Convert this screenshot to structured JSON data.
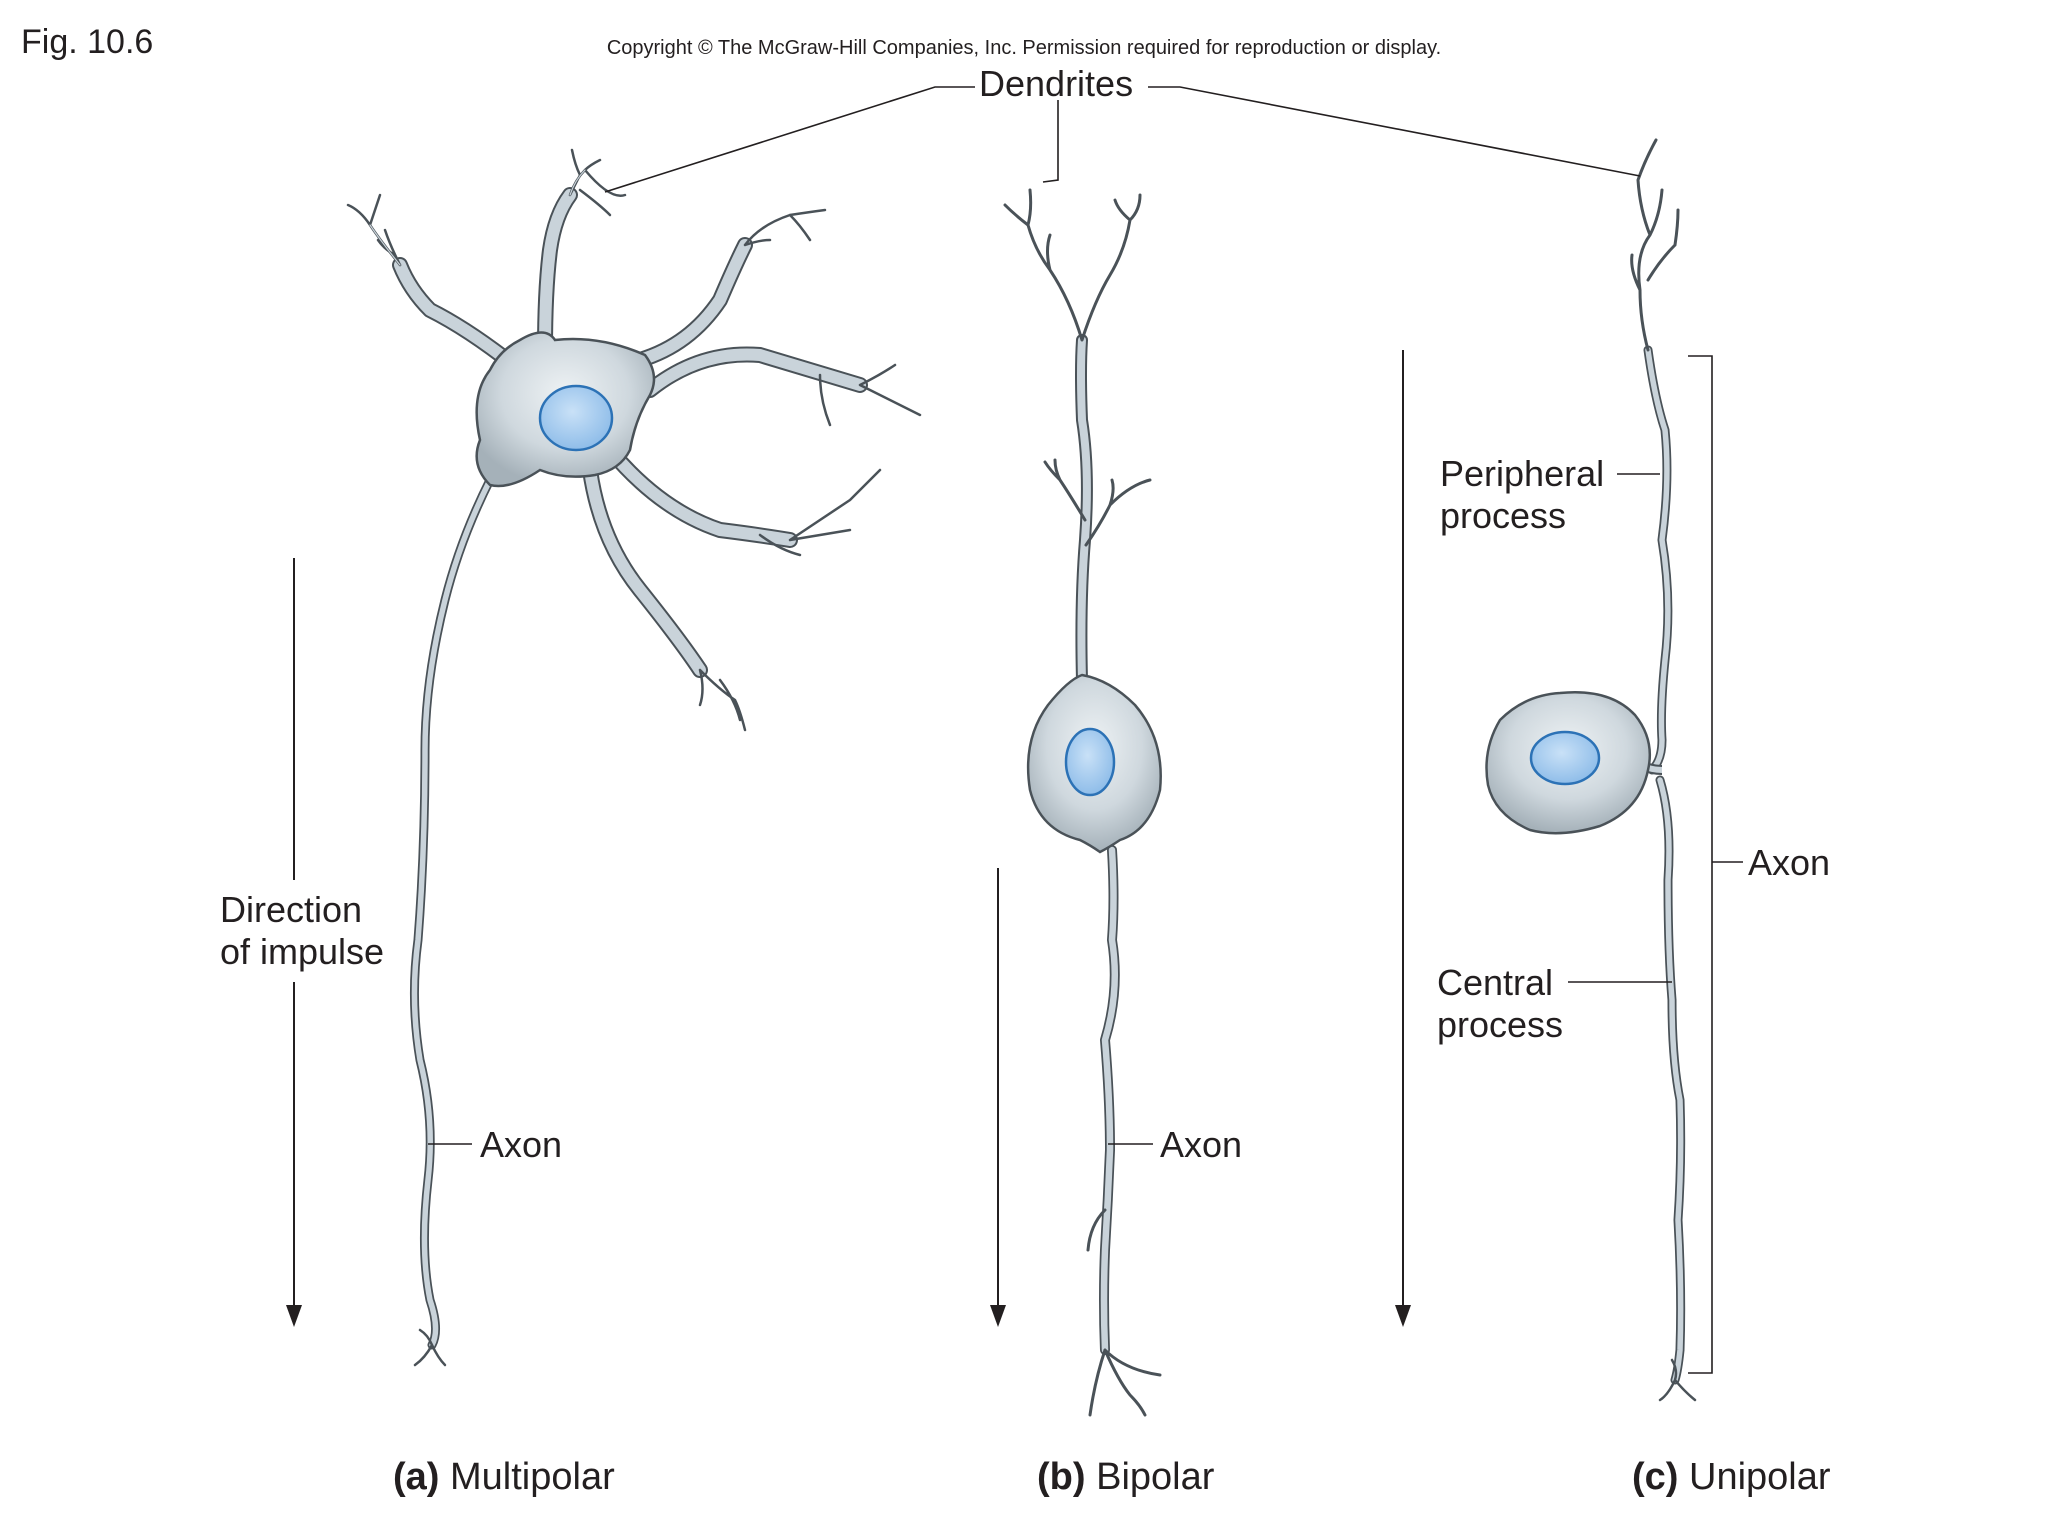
{
  "figure_label": "Fig. 10.6",
  "copyright": "Copyright © The McGraw-Hill Companies, Inc. Permission required for reproduction or display.",
  "labels": {
    "dendrites": "Dendrites",
    "direction_line1": "Direction",
    "direction_line2": "of impulse",
    "axon_a": "Axon",
    "axon_b": "Axon",
    "axon_c": "Axon",
    "peripheral_line1": "Peripheral",
    "peripheral_line2": "process",
    "central_line1": "Central",
    "central_line2": "process"
  },
  "captions": [
    {
      "letter": "(a)",
      "name": "Multipolar"
    },
    {
      "letter": "(b)",
      "name": "Bipolar"
    },
    {
      "letter": "(c)",
      "name": "Unipolar"
    }
  ],
  "colors": {
    "cell_fill": "#c9d3da",
    "cell_shade": "#a9b6bf",
    "cell_outline": "#4a5258",
    "nucleus_fill": "#a9cdf0",
    "nucleus_outline": "#2c72b6",
    "line": "#231f20"
  }
}
